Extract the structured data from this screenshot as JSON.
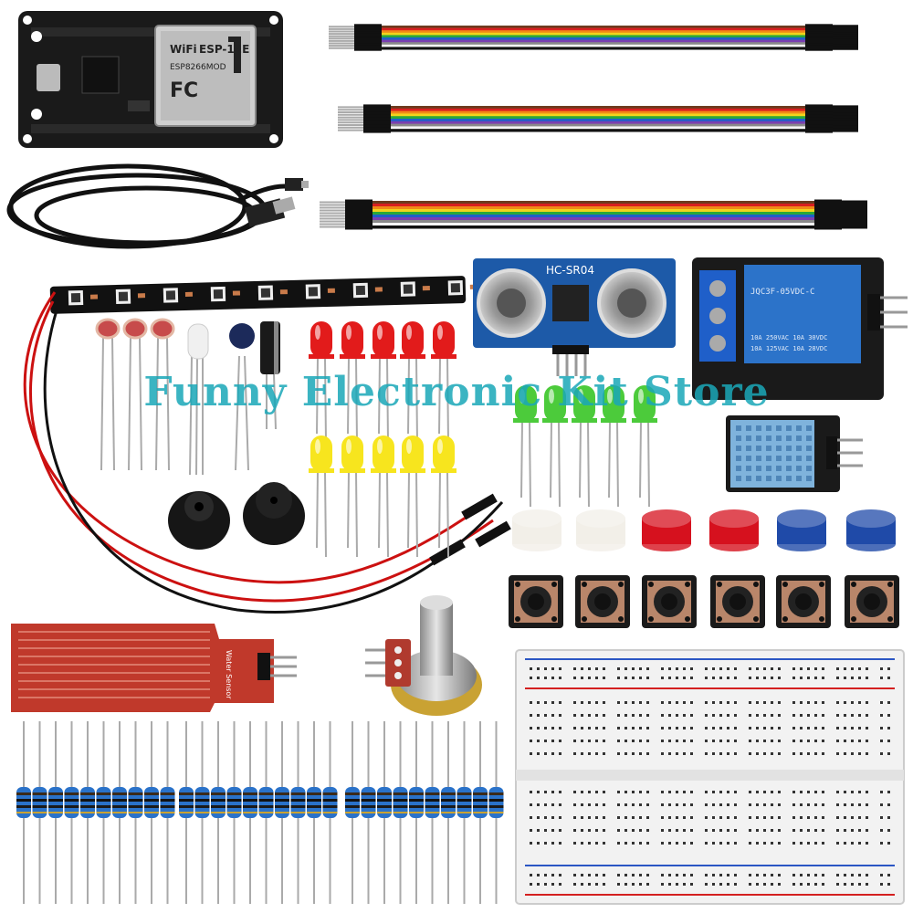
{
  "watermark": "Funny Electronic Kit Store",
  "labels": {
    "wifi": "WiFi",
    "esp_module": "ESP-12E",
    "esp_model": "ESP8266MOD",
    "fc_mark": "FC",
    "ultrasonic": "HC-SR04",
    "relay_model": "JQC3F-05VDC-C",
    "relay_rating_1": "10A 250VAC 10A 30VDC",
    "relay_rating_2": "10A 125VAC 10A 28VDC",
    "water_sensor": "Water Sensor"
  },
  "colors": {
    "pcb_black": "#1a1a1a",
    "ultrasonic_blue": "#1d5aa8",
    "relay_blue": "#2c73c9",
    "dht_blue": "#7fb3dc",
    "water_red": "#c0392b",
    "breadboard": "#f2f2f2",
    "led_red": "#e21b1b",
    "led_yellow": "#f7e51e",
    "led_green": "#4ccb3b"
  },
  "ribbon_colors": [
    "#6d3b1f",
    "#d92020",
    "#f08a18",
    "#f2d41c",
    "#2aa83a",
    "#1f5fc9",
    "#7b3fb0",
    "#8a8a8a",
    "#f5f5f5",
    "#111111"
  ],
  "cap_colors": [
    "#f2efe8",
    "#f2efe8",
    "#d6111e",
    "#d6111e",
    "#1f4aa8",
    "#1f4aa8"
  ]
}
